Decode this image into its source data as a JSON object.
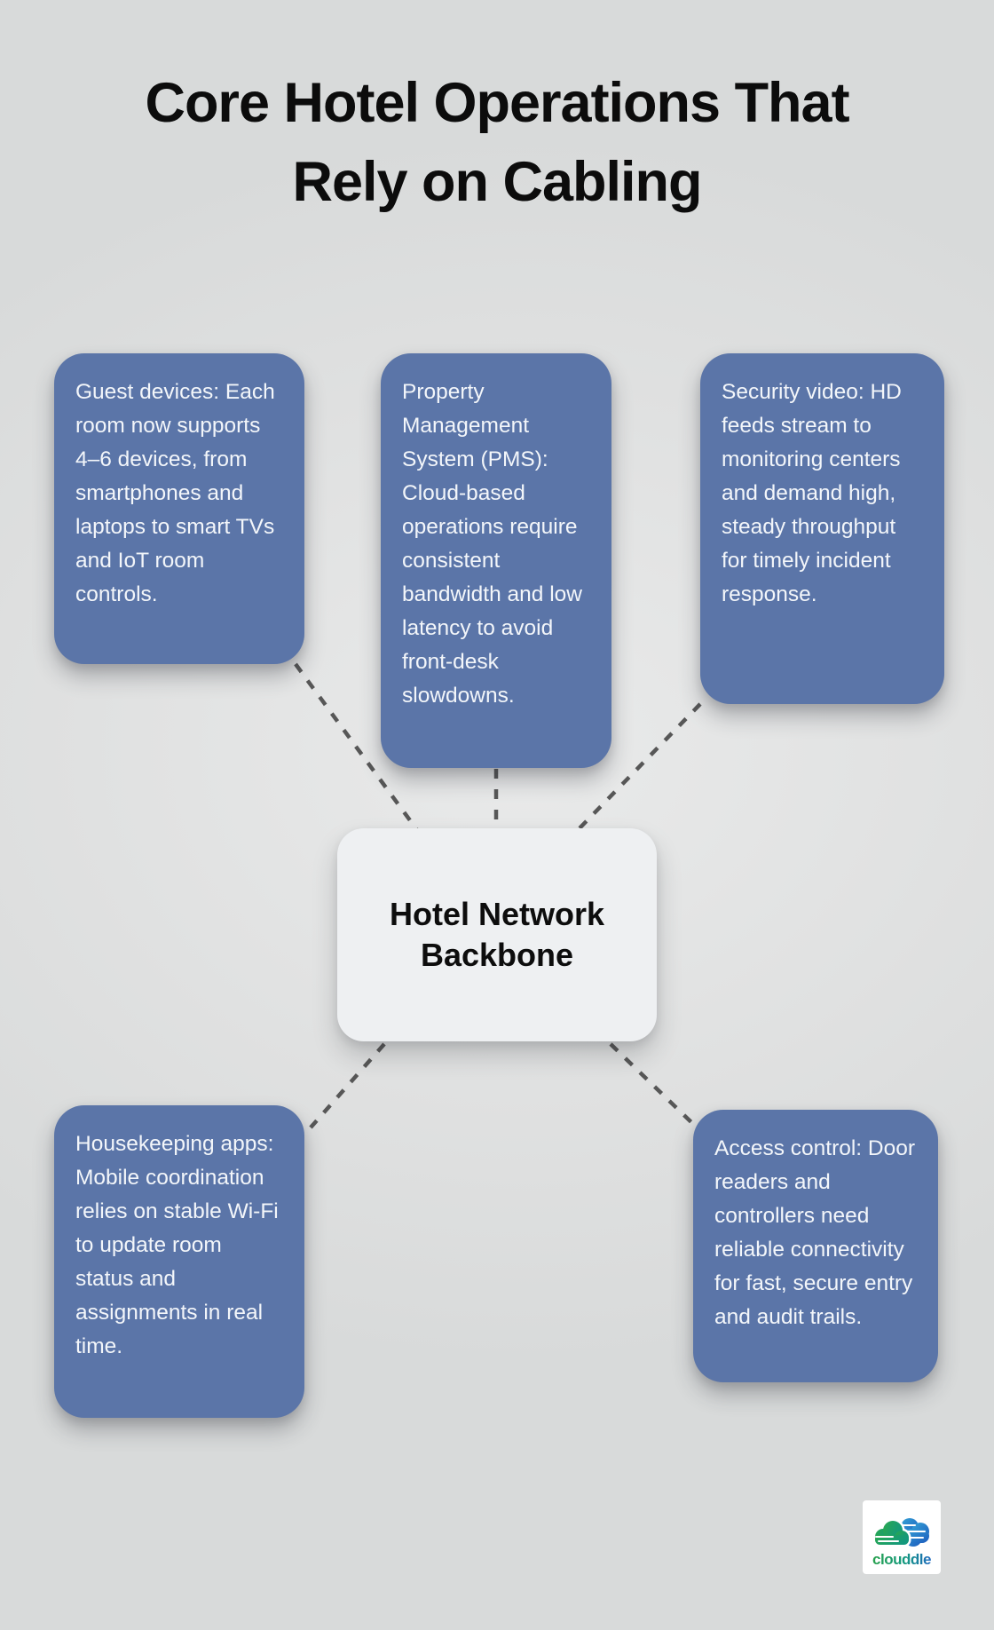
{
  "title": "Core Hotel Operations That\nRely on Cabling",
  "center": {
    "label": "Hotel Network\nBackbone"
  },
  "nodes": [
    {
      "name": "guest-devices",
      "text": "Guest devices: Each room now supports 4–6 devices, from smartphones and laptops to smart TVs and IoT room controls."
    },
    {
      "name": "property-management-system",
      "text": "Property Management System (PMS): Cloud-based operations require consistent bandwidth and low latency to avoid front-desk slowdowns."
    },
    {
      "name": "security-video",
      "text": "Security video: HD feeds stream to monitoring centers and demand high, steady throughput for timely incident response."
    },
    {
      "name": "housekeeping-apps",
      "text": "Housekeeping apps: Mobile coordination relies on stable Wi-Fi to update room status and assignments in real time."
    },
    {
      "name": "access-control",
      "text": "Access control: Door readers and controllers need reliable connectivity for fast, secure entry and audit trails."
    }
  ],
  "logo": {
    "brand": "clouddle"
  },
  "colors": {
    "background": "#dfe0e0",
    "node_fill": "#5b75a8",
    "node_text": "#f3f6fa",
    "center_fill": "#eef0f2",
    "center_text": "#0d0d0d",
    "connector": "#575757",
    "title_text": "#0c0c0c",
    "logo_green": "#22a45c",
    "logo_blue": "#1f6ac0"
  }
}
